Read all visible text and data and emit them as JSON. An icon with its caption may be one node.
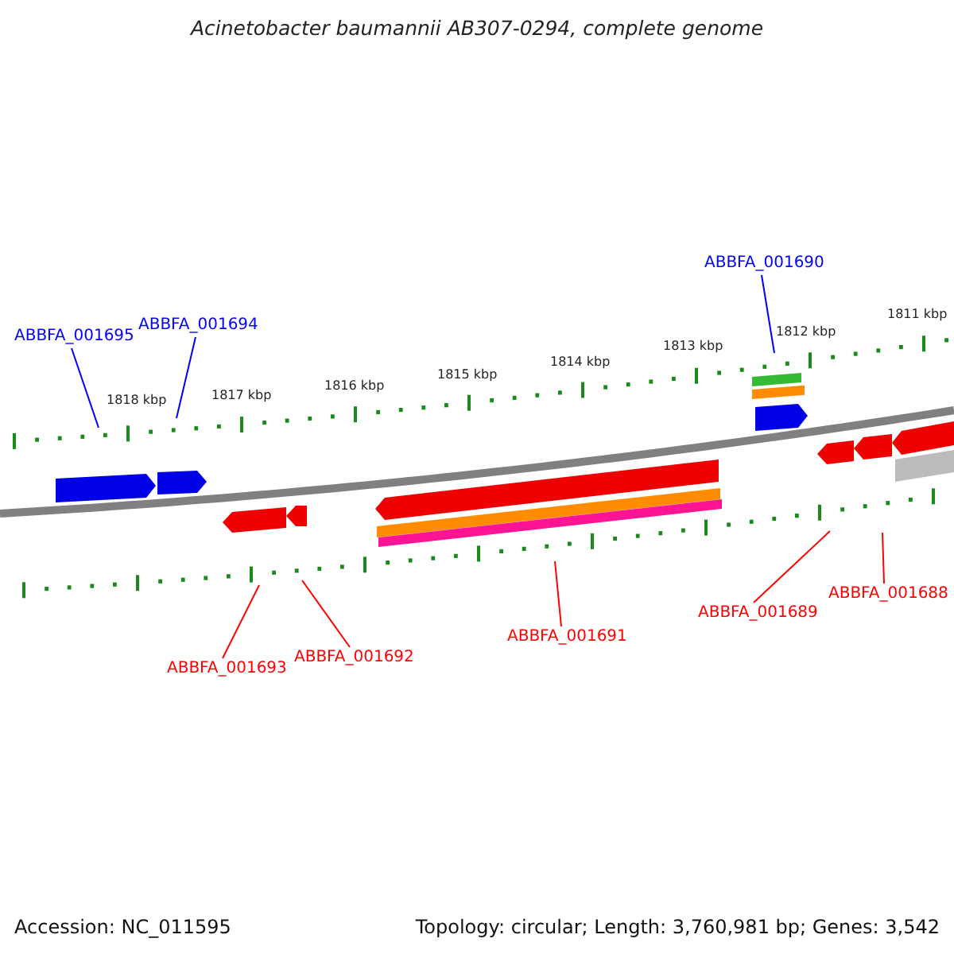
{
  "diagram": {
    "title": "Acinetobacter baumannii AB307-0294, complete genome",
    "nodes": [
      {
        "text": [
          "ABBFA_001690"
        ]
      },
      {
        "text": [
          "ABBFA_001695"
        ]
      },
      {
        "text": [
          "ABBFA_001694"
        ]
      },
      {
        "text": [
          "ABBFA_001693"
        ]
      },
      {
        "text": [
          "ABBFA_001692"
        ]
      },
      {
        "text": [
          "ABBFA_001691"
        ]
      },
      {
        "text": [
          "ABBFA_001689"
        ]
      },
      {
        "text": [
          "ABBFA_001688"
        ]
      }
    ],
    "edges": [
      {
        "from": 0,
        "to": null,
        "arrow": "none",
        "color": "#0000ff"
      },
      {
        "from": 1,
        "to": null,
        "arrow": "none",
        "color": "#0000ff"
      },
      {
        "from": 2,
        "to": null,
        "arrow": "none",
        "color": "#0000ff"
      },
      {
        "from": 3,
        "to": null,
        "arrow": "none",
        "color": "#ff0000"
      },
      {
        "from": 4,
        "to": null,
        "arrow": "none",
        "color": "#ff0000"
      },
      {
        "from": 5,
        "to": null,
        "arrow": "none",
        "color": "#ff0000"
      },
      {
        "from": 6,
        "to": null,
        "arrow": "none",
        "color": "#ff0000"
      },
      {
        "from": 7,
        "to": null,
        "arrow": "none",
        "color": "#ff0000"
      }
    ],
    "labels": [
      "1818 kbp",
      "1817 kbp",
      "1816 kbp",
      "1815 kbp",
      "1814 kbp",
      "1813 kbp",
      "1812 kbp",
      "1811 kbp",
      "Accession: NC_011595",
      "Topology: circular; Length: 3,760,981 bp; Genes: 3,542"
    ]
  }
}
